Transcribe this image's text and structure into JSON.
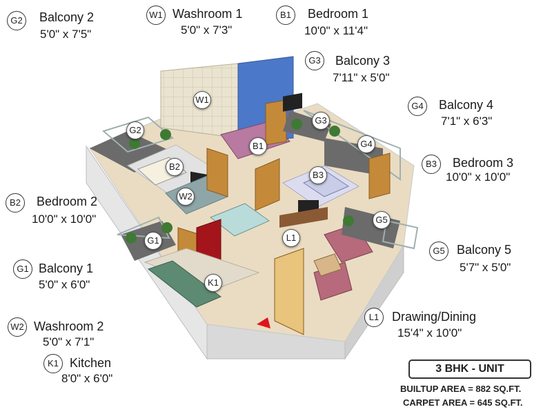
{
  "rooms": {
    "g2": {
      "code": "G2",
      "name": "Balcony 2",
      "dim": "5'0\" x 7'5\""
    },
    "w1": {
      "code": "W1",
      "name": "Washroom 1",
      "dim": "5'0\" x 7'3\""
    },
    "b1": {
      "code": "B1",
      "name": "Bedroom 1",
      "dim": "10'0\" x 11'4\""
    },
    "g3": {
      "code": "G3",
      "name": "Balcony 3",
      "dim": "7'11\" x 5'0\""
    },
    "g4": {
      "code": "G4",
      "name": "Balcony 4",
      "dim": "7'1\" x 6'3\""
    },
    "b3": {
      "code": "B3",
      "name": "Bedroom 3",
      "dim": "10'0\" x 10'0\""
    },
    "b2": {
      "code": "B2",
      "name": "Bedroom 2",
      "dim": "10'0\" x 10'0\""
    },
    "g5": {
      "code": "G5",
      "name": "Balcony 5",
      "dim": "5'7\" x 5'0\""
    },
    "g1": {
      "code": "G1",
      "name": "Balcony 1",
      "dim": "5'0\" x 6'0\""
    },
    "w2": {
      "code": "W2",
      "name": "Washroom 2",
      "dim": "5'0\" x 7'1\""
    },
    "l1": {
      "code": "L1",
      "name": "Drawing/Dining",
      "dim": "15'4\" x 10'0\""
    },
    "k1": {
      "code": "K1",
      "name": "Kitchen",
      "dim": "8'0\" x 6'0\""
    }
  },
  "markers": {
    "w1": "W1",
    "g2": "G2",
    "b1": "B1",
    "g3": "G3",
    "g4": "G4",
    "b2": "B2",
    "b3": "B3",
    "w2": "W2",
    "g5": "G5",
    "g1": "G1",
    "l1": "L1",
    "k1": "K1"
  },
  "info": {
    "unit": "3 BHK - UNIT",
    "builtup": "BUILTUP AREA = 882 SQ.FT.",
    "carpet": "CARPET AREA = 645 SQ.FT."
  },
  "colors": {
    "wall": "#f2f2f2",
    "wall_shadow": "#c9c9c9",
    "floor": "#e8d9bf",
    "wood": "#c48a3a",
    "accent_blue": "#4b78c8",
    "tile": "#e9e3cf",
    "entry_arrow": "#e0141b",
    "fridge": "#a3151b",
    "balcony_floor": "#6b6b6b"
  }
}
